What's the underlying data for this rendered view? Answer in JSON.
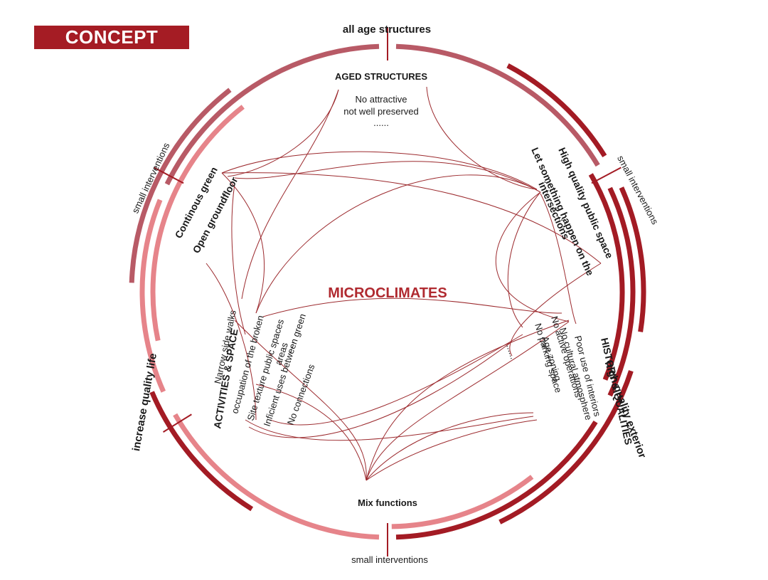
{
  "banner": {
    "label": "CONCEPT"
  },
  "center_title": "MICROCLIMATES",
  "outer_labels": {
    "top": "all age structures",
    "right": "high-quality exterior",
    "left": "increase quality life",
    "upper_left": "small  interventions",
    "upper_right": "small  interventions",
    "bottom": "small  interventions"
  },
  "nodes": {
    "aged": {
      "title": "AGED STRUCTURES",
      "items": [
        "No attractive",
        "not well preserved",
        "......"
      ]
    },
    "public_space": {
      "title": "High quality public space",
      "sub": [
        "Let something happen on the",
        "intersections"
      ]
    },
    "green": {
      "lines": [
        "Continous green",
        "Open groundfloor"
      ]
    },
    "activities": {
      "title": "ACTIVITIES & SPACE",
      "items": [
        "Narrow side walks",
        "occupation of the broken",
        "Site texture public spaces",
        "Inficient uses between green",
        "areas",
        "No connections"
      ],
      "more": "......"
    },
    "history": {
      "title": "HISTORY & QUALITIES",
      "items": [
        "Poor use of interiors",
        "No cultural atmosphere",
        "No active operations",
        "Age zoning",
        "No parking space"
      ],
      "more": "......"
    },
    "mix": {
      "title": "Mix functions"
    }
  },
  "colors": {
    "banner": "#a51c24",
    "dark_red": "#a31b24",
    "mid_red": "#b85a66",
    "pink": "#e6848a",
    "title_red": "#b02a30",
    "line_red": "#9c2a2e",
    "text": "#1a1a1a"
  }
}
